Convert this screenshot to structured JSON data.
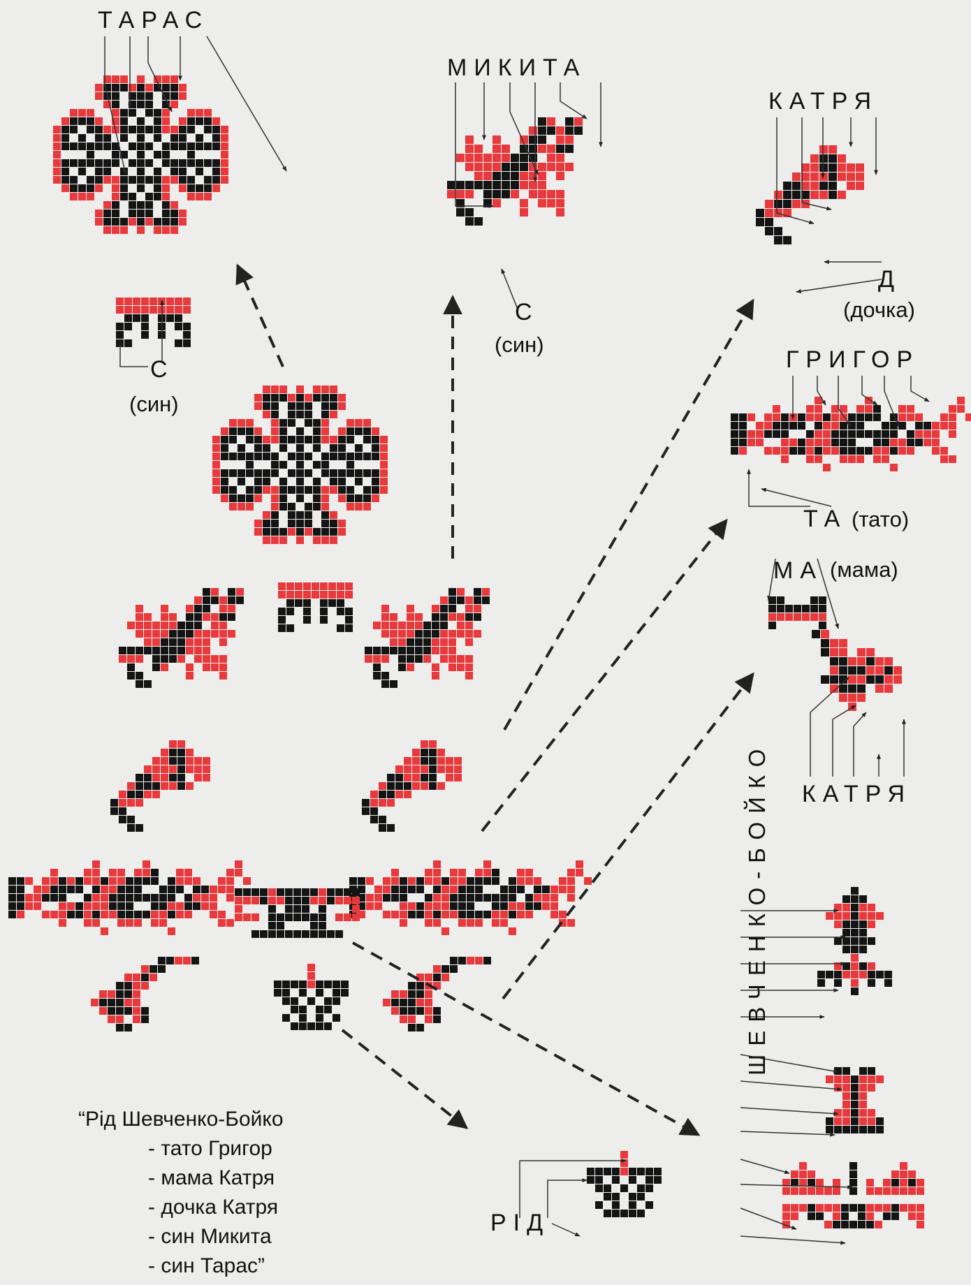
{
  "colors": {
    "red": "#e8393c",
    "black": "#141414",
    "background": "#ededeb"
  },
  "labels": {
    "taras": "ТАРАС",
    "taras_son_letter": "С",
    "taras_son": "(син)",
    "mykyta": "МИКИТА",
    "mykyta_son_letter": "С",
    "mykyta_son": "(син)",
    "katria_top": "КАТРЯ",
    "daughter_letter": "Д",
    "daughter": "(дочка)",
    "hryhor": "ГРИГОР",
    "ta_letters": "ТА",
    "tato": "(тато)",
    "ma_letters": "МА",
    "mama": "(мама)",
    "katria_bottom": "КАТРЯ",
    "rid": "РІД",
    "shevchenko_boiko": "ШЕВЧЕНКО-БОЙКО"
  },
  "caption": [
    "“Рід Шевченко-Бойко",
    "- тато Григор",
    "- мама Катря",
    "- дочка Катря",
    "- син Микита",
    "- син Тарас”"
  ]
}
